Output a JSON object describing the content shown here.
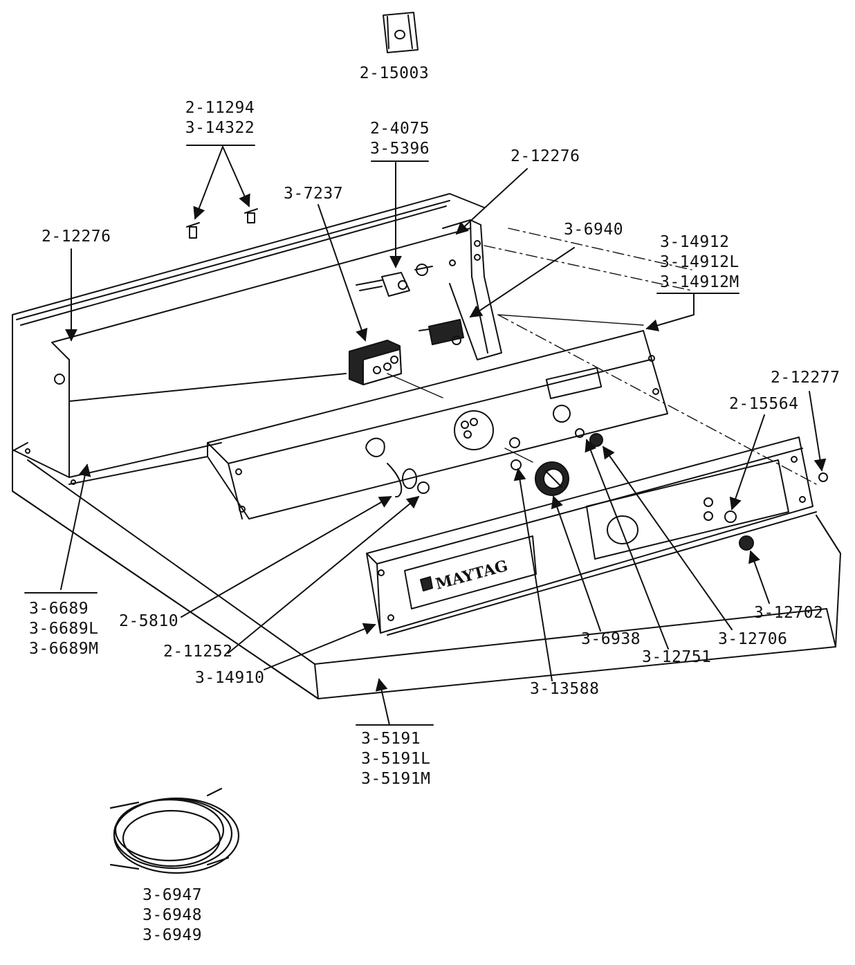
{
  "labels": {
    "clip": [
      "2-15003"
    ],
    "screws_top": [
      "2-11294",
      "3-14322"
    ],
    "switch": [
      "2-4075",
      "3-5396"
    ],
    "timer": [
      "3-7237"
    ],
    "screw_right_top": [
      "2-12276"
    ],
    "screw_left": [
      "2-12276"
    ],
    "push_switch": [
      "3-6940"
    ],
    "panel_rear": [
      "3-14912",
      "3-14912L",
      "3-14912M"
    ],
    "screw_right_end": [
      "2-12277"
    ],
    "plug_button": [
      "2-15564"
    ],
    "backguard": [
      "3-6689",
      "3-6689L",
      "3-6689M"
    ],
    "wire_lead": [
      "2-5810"
    ],
    "terminal": [
      "2-11252"
    ],
    "front_panel": [
      "3-14910"
    ],
    "knob": [
      "3-6938"
    ],
    "bezel": [
      "3-12751"
    ],
    "nut": [
      "3-12706"
    ],
    "lamp": [
      "3-12702"
    ],
    "screw_pair": [
      "3-13588"
    ],
    "top": [
      "3-5191",
      "3-5191L",
      "3-5191M"
    ],
    "harness": [
      "3-6947",
      "3-6948",
      "3-6949"
    ]
  },
  "brand_logo": "MAYTAG",
  "colors": {
    "ink": "#111111",
    "paper": "#ffffff"
  }
}
